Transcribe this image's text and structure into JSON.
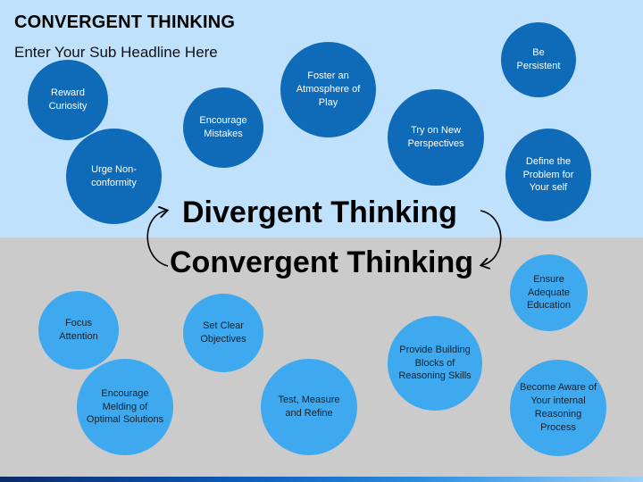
{
  "header": {
    "title": "CONVERGENT THINKING",
    "subtitle": "Enter Your Sub Headline Here"
  },
  "center": {
    "divergent": "Divergent Thinking",
    "convergent": "Convergent Thinking"
  },
  "divergent_items": [
    "Reward Curiosity",
    "Urge Non-conformity",
    "Encourage Mistakes",
    "Foster an Atmosphere of Play",
    "Try on New Perspectives",
    "Be Persistent",
    "Define the Problem for Your self"
  ],
  "convergent_items": [
    "Focus Attention",
    "Encourage Melding of Optimal Solutions",
    "Set Clear Objectives",
    "Test, Measure and Refine",
    "Provide Building Blocks of Reasoning Skills",
    "Ensure Adequate Education",
    "Become Aware of Your internal Reasoning Process"
  ],
  "colors": {
    "top_background": "#bfe1fb",
    "bottom_background": "#cbcbcb",
    "divergent_circle": "#0f6ab8",
    "convergent_circle": "#3ea9ee"
  }
}
